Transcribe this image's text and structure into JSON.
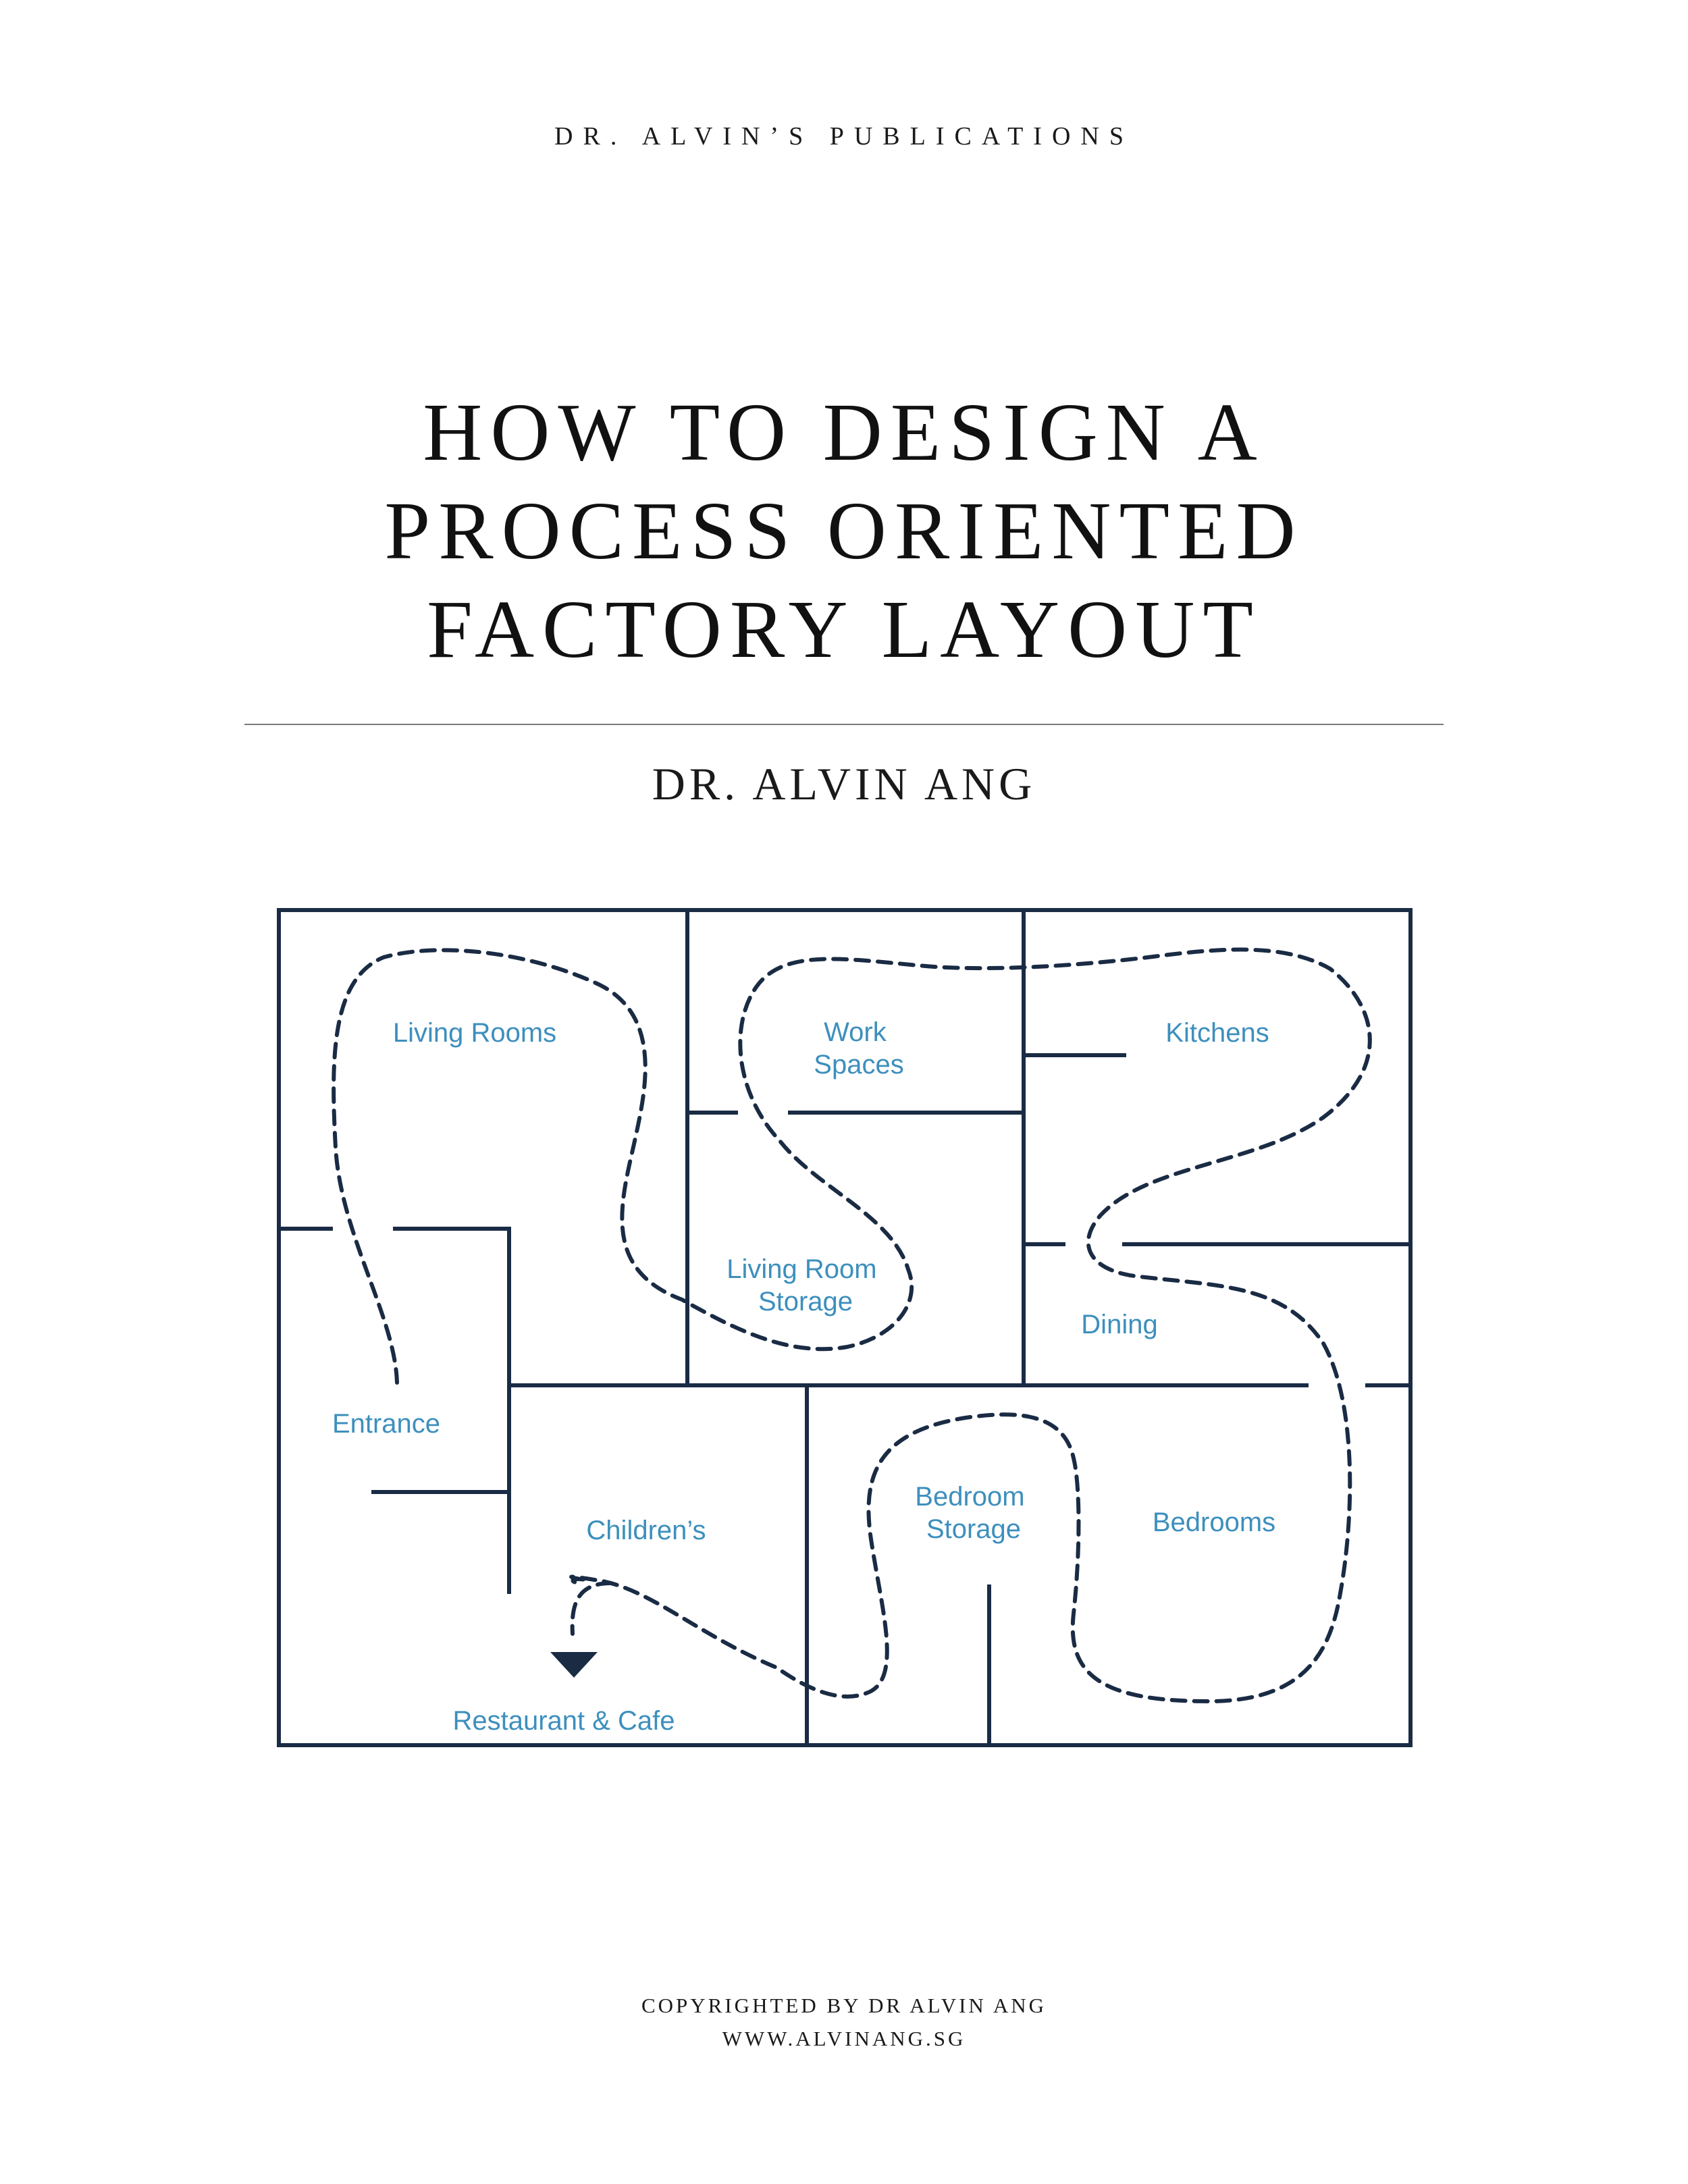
{
  "header": {
    "publisher": "DR. ALVIN’S PUBLICATIONS"
  },
  "cover": {
    "title_lines": [
      "HOW TO DESIGN A",
      "PROCESS ORIENTED",
      "FACTORY LAYOUT"
    ],
    "author": "DR. ALVIN ANG"
  },
  "floor_plan": {
    "colors": {
      "walls": "#1a2b44",
      "path": "#1a2b44",
      "labels": "#3d8fbd"
    },
    "rooms": [
      {
        "name": "Living Rooms",
        "lines": [
          "Living Rooms"
        ]
      },
      {
        "name": "Work Spaces",
        "lines": [
          "Work",
          "Spaces"
        ]
      },
      {
        "name": "Kitchens",
        "lines": [
          "Kitchens"
        ]
      },
      {
        "name": "Living Room Storage",
        "lines": [
          "Living Room",
          "Storage"
        ]
      },
      {
        "name": "Dining",
        "lines": [
          "Dining"
        ]
      },
      {
        "name": "Entrance",
        "lines": [
          "Entrance"
        ]
      },
      {
        "name": "Children's",
        "lines": [
          "Children’s"
        ]
      },
      {
        "name": "Bedroom Storage",
        "lines": [
          "Bedroom",
          "Storage"
        ]
      },
      {
        "name": "Bedrooms",
        "lines": [
          "Bedrooms"
        ]
      },
      {
        "name": "Restaurant & Cafe",
        "lines": [
          "Restaurant & Cafe"
        ]
      }
    ]
  },
  "footer": {
    "copyright": "COPYRIGHTED BY DR ALVIN ANG",
    "website": "WWW.ALVINANG.SG"
  }
}
